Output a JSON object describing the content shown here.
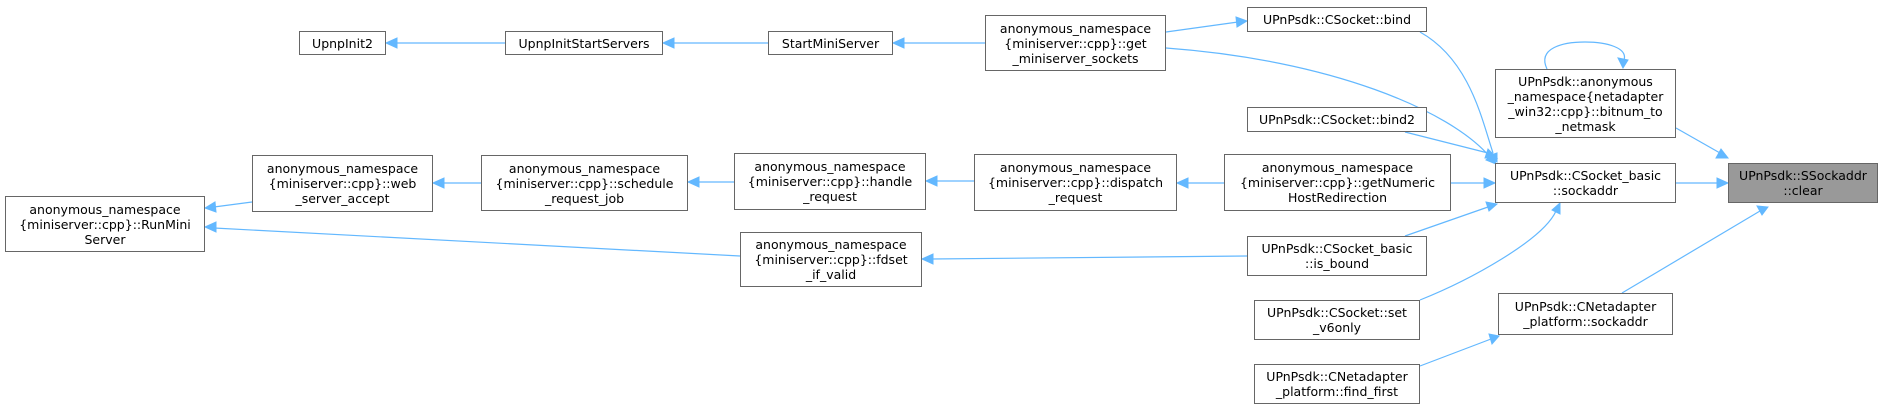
{
  "colors": {
    "edge": "#63b8ff",
    "node_border": "#666666",
    "focus_fill": "#999999",
    "node_fill": "#ffffff"
  },
  "nodes": {
    "clear": "UPnPsdk::SSockaddr\n::clear",
    "csocket_basic_sockaddr": "UPnPsdk::CSocket_basic\n::sockaddr",
    "bitnum_to_netmask": "UPnPsdk::anonymous\n_namespace{netadapter\n_win32::cpp}::bitnum_to\n_netmask",
    "cnetadapter_platform_sockaddr": "UPnPsdk::CNetadapter\n_platform::sockaddr",
    "csocket_bind": "UPnPsdk::CSocket::bind",
    "csocket_bind2": "UPnPsdk::CSocket::bind2",
    "get_numeric_host_redirection": "anonymous_namespace\n{miniserver::cpp}::getNumeric\nHostRedirection",
    "csocket_basic_is_bound": "UPnPsdk::CSocket_basic\n::is_bound",
    "csocket_set_v6only": "UPnPsdk::CSocket::set\n_v6only",
    "find_first": "UPnPsdk::CNetadapter\n_platform::find_first",
    "get_miniserver_sockets": "anonymous_namespace\n{miniserver::cpp}::get\n_miniserver_sockets",
    "dispatch_request": "anonymous_namespace\n{miniserver::cpp}::dispatch\n_request",
    "fdset_if_valid": "anonymous_namespace\n{miniserver::cpp}::fdset\n_if_valid",
    "start_mini_server": "StartMiniServer",
    "handle_request": "anonymous_namespace\n{miniserver::cpp}::handle\n_request",
    "upnp_init_start_servers": "UpnpInitStartServers",
    "schedule_request_job": "anonymous_namespace\n{miniserver::cpp}::schedule\n_request_job",
    "upnp_init2": "UpnpInit2",
    "web_server_accept": "anonymous_namespace\n{miniserver::cpp}::web\n_server_accept",
    "run_mini_server": "anonymous_namespace\n{miniserver::cpp}::RunMini\nServer"
  }
}
